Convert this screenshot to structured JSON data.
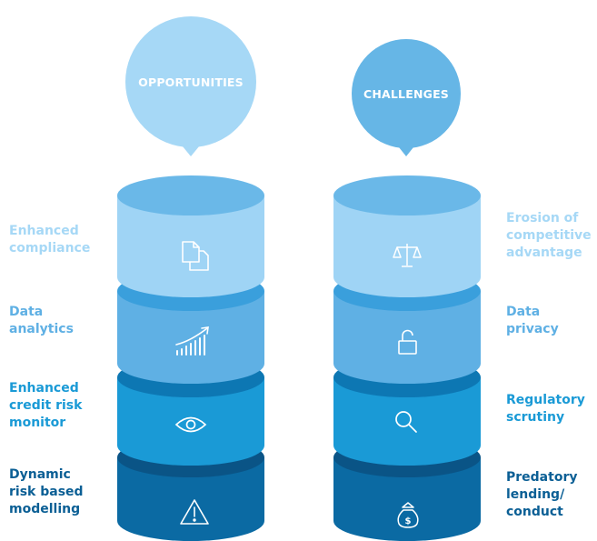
{
  "columns": [
    {
      "title": "OPPORTUNITIES",
      "items": [
        {
          "label": "Enhanced\ncompliance",
          "icon": "documents-icon"
        },
        {
          "label": "Data\nanalytics",
          "icon": "growth-chart-icon"
        },
        {
          "label": "Enhanced\ncredit risk\nmonitor",
          "icon": "eye-icon"
        },
        {
          "label": "Dynamic\nrisk based\nmodelling",
          "icon": "warning-icon"
        }
      ]
    },
    {
      "title": "CHALLENGES",
      "items": [
        {
          "label": "Erosion of\ncompetitive\nadvantage",
          "icon": "scales-icon"
        },
        {
          "label": "Data\nprivacy",
          "icon": "open-lock-icon"
        },
        {
          "label": "Regulatory\nscrutiny",
          "icon": "magnifier-icon"
        },
        {
          "label": "Predatory\nlending/\nconduct",
          "icon": "money-bag-icon"
        }
      ]
    }
  ],
  "colors": {
    "tier1": "#9fd4f5",
    "tier1_top": "#6ab8e8",
    "tier2": "#5fb0e4",
    "tier2_top": "#3a9fdc",
    "tier3": "#1a9ad6",
    "tier3_top": "#0d77b3",
    "tier4": "#0b6aa3",
    "tier4_top": "#0a5486",
    "bubble_left": "#a6d8f6",
    "bubble_right": "#66b6e6",
    "label1": "#a6d8f6",
    "label2": "#5fb0e4",
    "label3": "#1a9ad6",
    "label4": "#0b5f95"
  }
}
